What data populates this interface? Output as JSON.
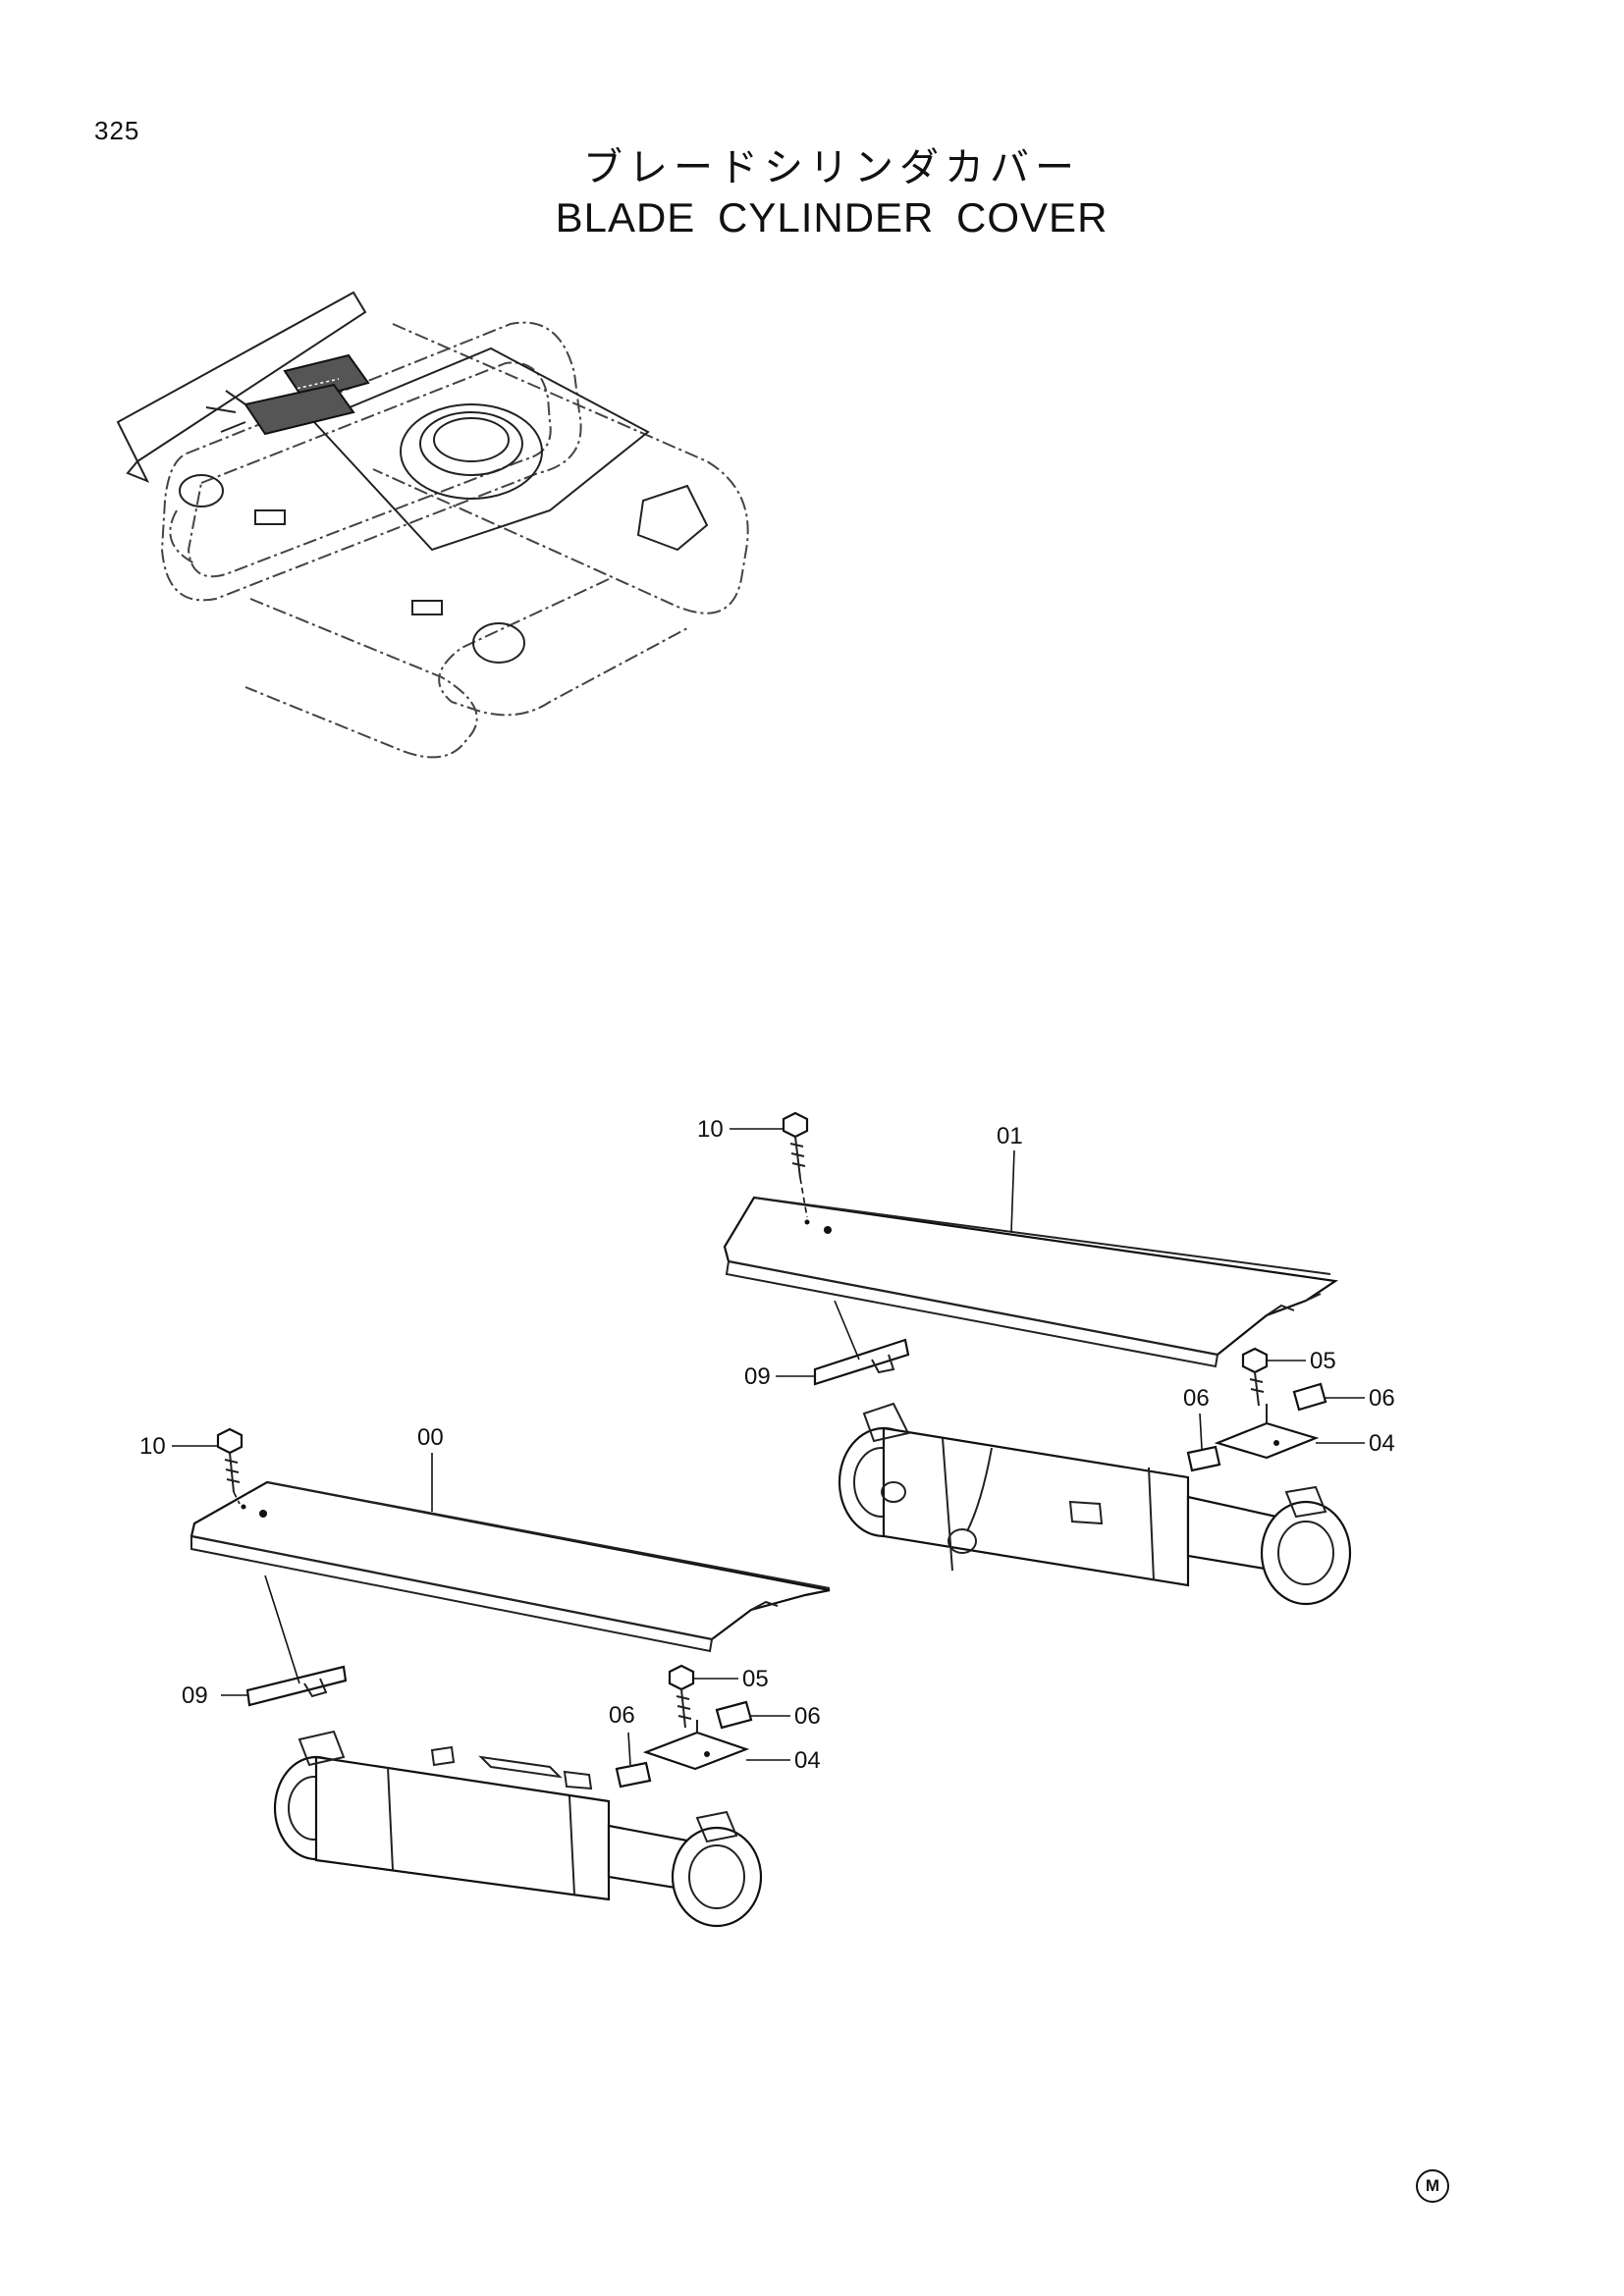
{
  "header": {
    "page_number": "325",
    "title_jp": "ブレードシリンダカバー",
    "title_en": "BLADE CYLINDER COVER"
  },
  "footer": {
    "mark": "M"
  },
  "diagram": {
    "upper_assembly": {
      "part_01": "01",
      "part_10": "10",
      "part_09": "09",
      "part_05": "05",
      "part_06_a": "06",
      "part_06_b": "06",
      "part_04": "04"
    },
    "lower_assembly": {
      "part_00": "00",
      "part_10": "10",
      "part_09": "09",
      "part_05": "05",
      "part_06_a": "06",
      "part_06_b": "06",
      "part_04": "04"
    }
  }
}
